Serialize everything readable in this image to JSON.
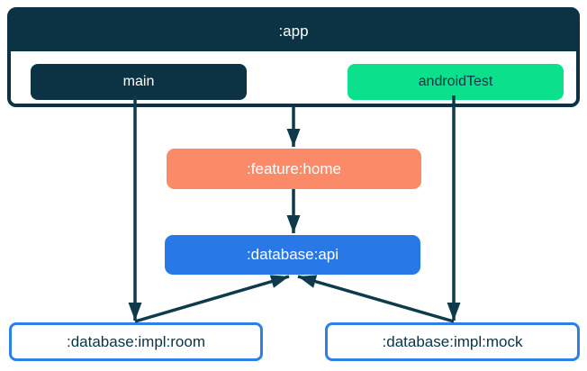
{
  "diagram": {
    "type": "module-dependency-graph",
    "nodes": {
      "app": {
        "label": ":app",
        "kind": "container",
        "fill": "#0b3344",
        "text": "#ffffff"
      },
      "main": {
        "label": "main",
        "kind": "source-set",
        "fill": "#0b3344",
        "text": "#ffffff"
      },
      "android_test": {
        "label": "androidTest",
        "kind": "source-set",
        "fill": "#0be18c",
        "text": "#0b3344"
      },
      "feature_home": {
        "label": ":feature:home",
        "kind": "module",
        "fill": "#fb8a68",
        "text": "#ffffff"
      },
      "database_api": {
        "label": ":database:api",
        "kind": "module",
        "fill": "#2878e8",
        "text": "#ffffff"
      },
      "database_impl_room": {
        "label": ":database:impl:room",
        "kind": "module",
        "fill": "#ffffff",
        "border": "#2f7fe8",
        "text": "#0b3344"
      },
      "database_impl_mock": {
        "label": ":database:impl:mock",
        "kind": "module",
        "fill": "#ffffff",
        "border": "#2f7fe8",
        "text": "#0b3344"
      }
    },
    "edges": [
      {
        "from": ":app",
        "to": ":feature:home"
      },
      {
        "from": ":feature:home",
        "to": ":database:api"
      },
      {
        "from": "main",
        "to": ":database:impl:room"
      },
      {
        "from": "androidTest",
        "to": ":database:impl:mock"
      },
      {
        "from": ":database:impl:room",
        "to": ":database:api"
      },
      {
        "from": ":database:impl:mock",
        "to": ":database:api"
      }
    ],
    "colors": {
      "navy": "#0b3344",
      "green": "#0be18c",
      "orange": "#fb8a68",
      "blue": "#2878e8",
      "impl_border_blue": "#2f7fe8",
      "arrow": "#0f3a4c",
      "background": "#ffffff"
    }
  }
}
